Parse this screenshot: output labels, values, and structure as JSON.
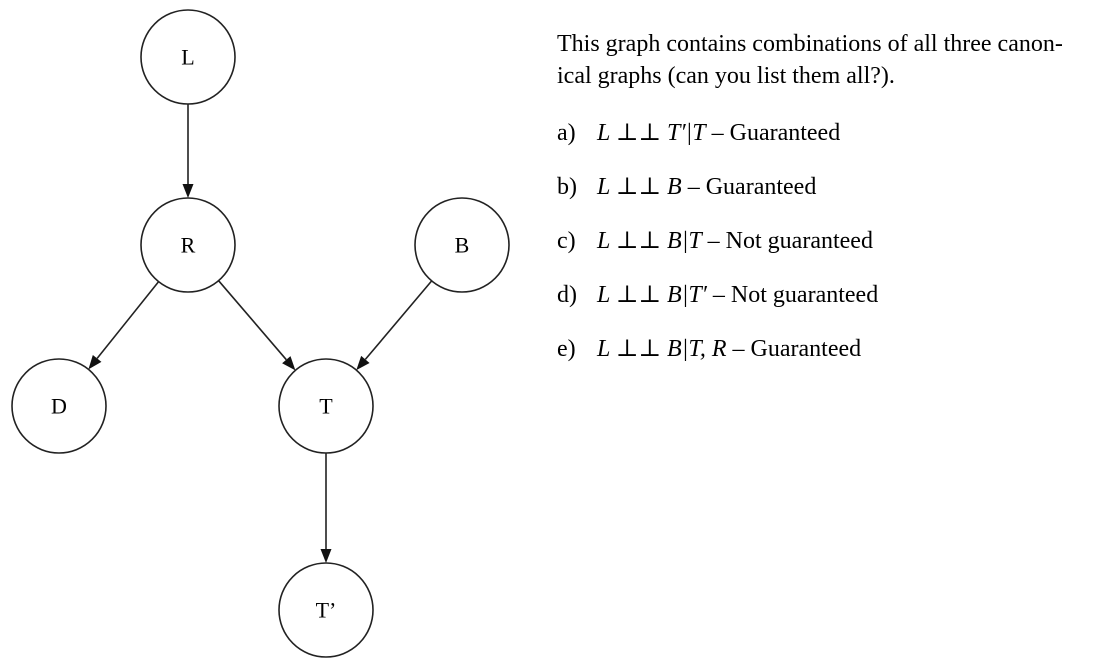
{
  "graph": {
    "nodes": [
      {
        "id": "L",
        "label": "L"
      },
      {
        "id": "R",
        "label": "R"
      },
      {
        "id": "B",
        "label": "B"
      },
      {
        "id": "D",
        "label": "D"
      },
      {
        "id": "T",
        "label": "T"
      },
      {
        "id": "Tp",
        "label": "T’"
      }
    ],
    "edges": [
      {
        "from": "L",
        "to": "R"
      },
      {
        "from": "R",
        "to": "D"
      },
      {
        "from": "R",
        "to": "T"
      },
      {
        "from": "B",
        "to": "T"
      },
      {
        "from": "T",
        "to": "Tp"
      }
    ]
  },
  "description": {
    "intro_line1": "This graph contains combinations of all three canon-",
    "intro_line2": "ical graphs (can you list them all?).",
    "items": [
      {
        "letter": "a)",
        "independence": "L ⊥⊥ T′|T",
        "result": "– Guaranteed"
      },
      {
        "letter": "b)",
        "independence": "L ⊥⊥ B",
        "result": "– Guaranteed"
      },
      {
        "letter": "c)",
        "independence": "L ⊥⊥ B|T",
        "result": "– Not guaranteed"
      },
      {
        "letter": "d)",
        "independence": "L ⊥⊥ B|T′",
        "result": "– Not guaranteed"
      },
      {
        "letter": "e)",
        "independence": "L ⊥⊥ B|T, R",
        "result": "– Guaranteed"
      }
    ]
  }
}
